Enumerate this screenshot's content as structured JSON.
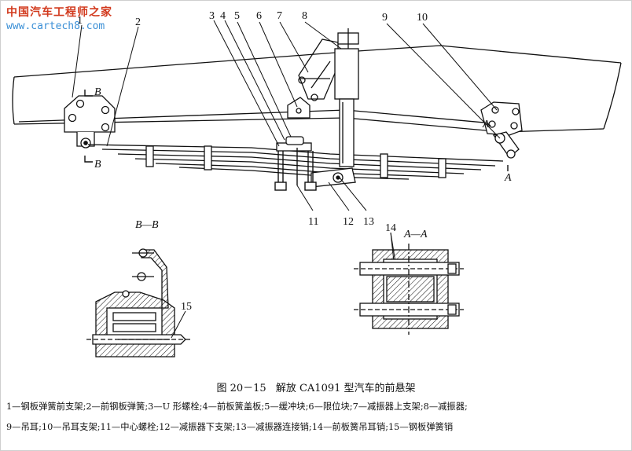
{
  "watermark": {
    "site_cn": "中国汽车工程师之家",
    "url": "www.cartech8.com"
  },
  "labels": {
    "n1": "1",
    "n2": "2",
    "n3": "3",
    "n4": "4",
    "n5": "5",
    "n6": "6",
    "n7": "7",
    "n8": "8",
    "n9": "9",
    "n10": "10",
    "n11": "11",
    "n12": "12",
    "n13": "13",
    "n14": "14",
    "n15": "15"
  },
  "section_marks": {
    "b": "B",
    "a": "A"
  },
  "section_titles": {
    "bb": "B—B",
    "aa": "A—A"
  },
  "caption": {
    "number": "图 20－15",
    "title": "解放 CA1091 型汽车的前悬架"
  },
  "legend": {
    "line1": "1—钢板弹簧前支架;2—前钢板弹簧;3—U 形螺栓;4—前板簧盖板;5—缓冲块;6—限位块;7—减振器上支架;8—减振器;",
    "line2": "9—吊耳;10—吊耳支架;11—中心螺栓;12—减振器下支架;13—减振器连接销;14—前板簧吊耳销;15—钢板弹簧销"
  }
}
